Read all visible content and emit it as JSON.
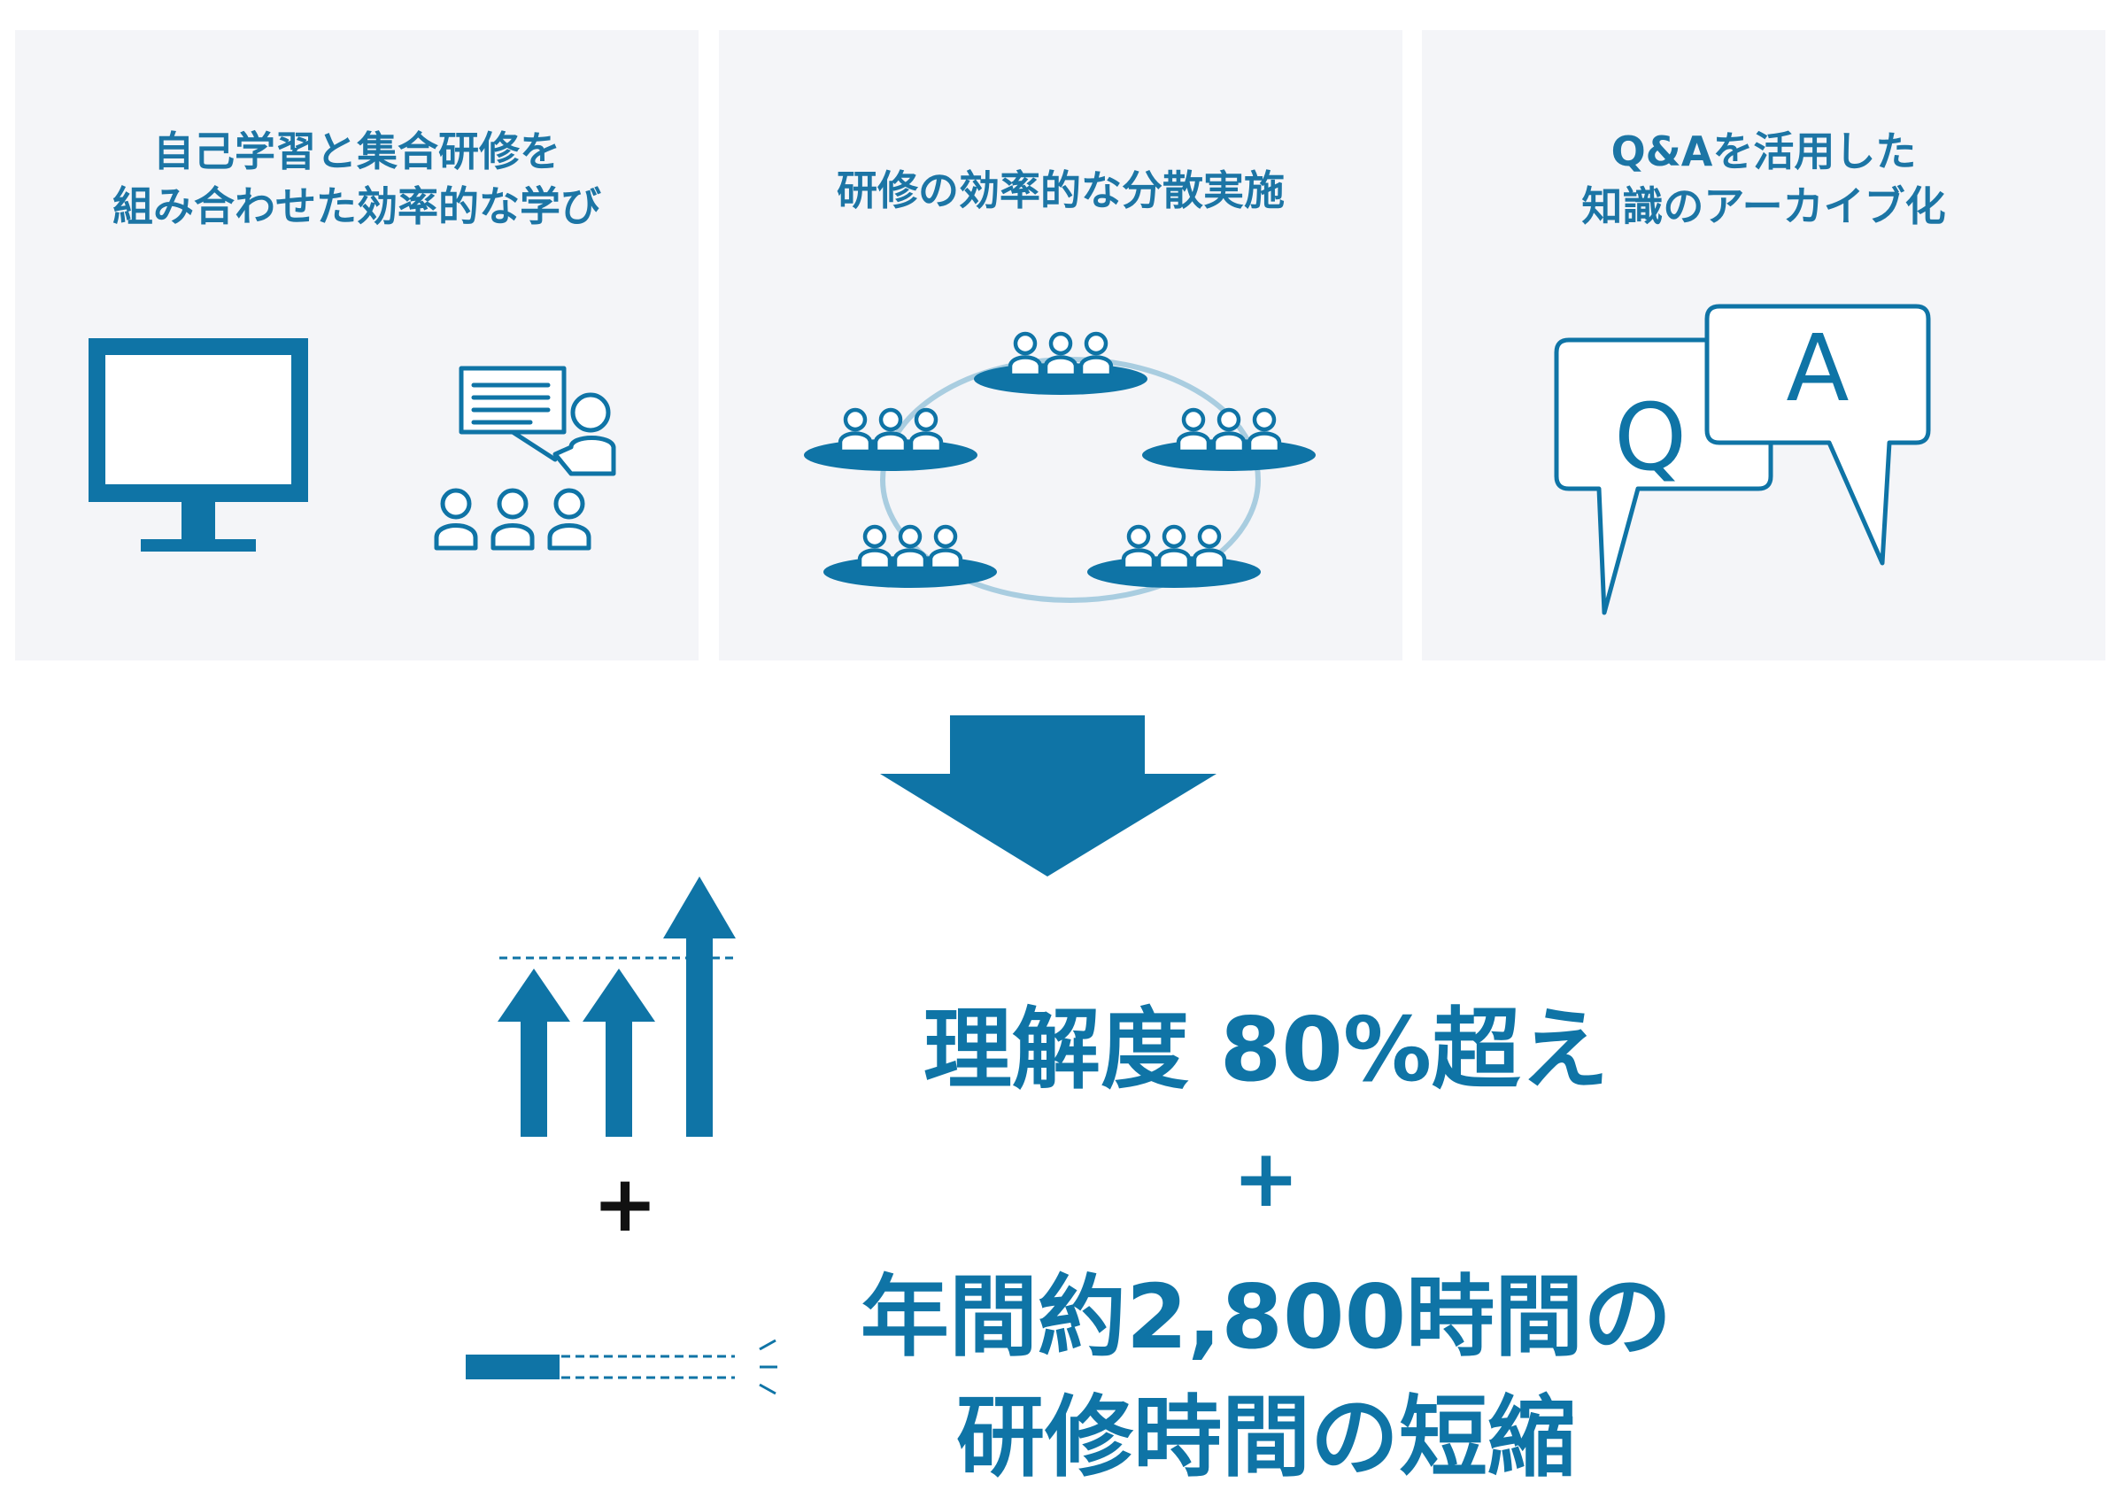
{
  "panels": [
    {
      "title_lines": [
        "自己学習と集合研修を",
        "組み合わせた効率的な学び"
      ],
      "icons": [
        "monitor-icon",
        "lecture-icon"
      ]
    },
    {
      "title_lines": [
        "研修の効率的な分散実施"
      ],
      "icons": [
        "distributed-groups-icon"
      ]
    },
    {
      "title_lines": [
        "Q&Aを活用した",
        "知識のアーカイブ化"
      ],
      "icons": [
        "qa-bubbles-icon"
      ],
      "bubble_letters": {
        "q": "Q",
        "a": "A"
      }
    }
  ],
  "results": {
    "understanding": "理解度 80%超え",
    "plus": "+",
    "reduction_lines": [
      "年間約2,800時間の",
      "研修時間の短縮"
    ]
  },
  "left_plus": "+",
  "colors": {
    "primary": "#0f74a6",
    "panel_bg": "#f4f5f8",
    "ring": "#a9cde0"
  }
}
